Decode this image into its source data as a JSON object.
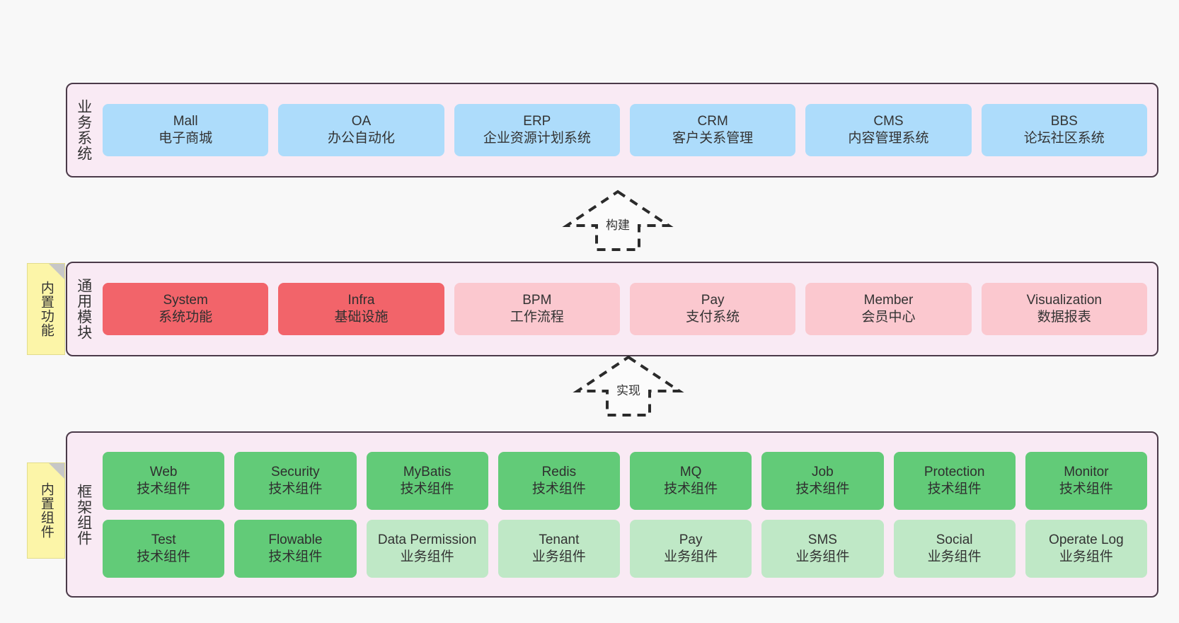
{
  "diagram": {
    "background_color": "#f8f8f8",
    "layer_fill": "#f9eaf4",
    "layer_border": "#4b3a49",
    "note_fill": "#fcf5a8"
  },
  "notes": [
    {
      "name": "builtin-functions-note",
      "text": "内置功能"
    },
    {
      "name": "builtin-components-note",
      "text": "内置组件"
    }
  ],
  "arrows": [
    {
      "name": "build-arrow",
      "label": "构建",
      "style": "dashed-hollow-up"
    },
    {
      "name": "implement-arrow",
      "label": "实现",
      "style": "dashed-hollow-up"
    }
  ],
  "layers": [
    {
      "id": "business",
      "title": "业务系统",
      "accent": "#addcfb",
      "rows": [
        {
          "cards": [
            {
              "t1": "Mall",
              "t2": "电子商城",
              "style": "c-blue"
            },
            {
              "t1": "OA",
              "t2": "办公自动化",
              "style": "c-blue"
            },
            {
              "t1": "ERP",
              "t2": "企业资源计划系统",
              "style": "c-blue"
            },
            {
              "t1": "CRM",
              "t2": "客户关系管理",
              "style": "c-blue"
            },
            {
              "t1": "CMS",
              "t2": "内容管理系统",
              "style": "c-blue"
            },
            {
              "t1": "BBS",
              "t2": "论坛社区系统",
              "style": "c-blue"
            }
          ]
        }
      ]
    },
    {
      "id": "module",
      "title": "通用模块",
      "accent": "#f2646a",
      "rows": [
        {
          "cards": [
            {
              "t1": "System",
              "t2": "系统功能",
              "style": "c-red"
            },
            {
              "t1": "Infra",
              "t2": "基础设施",
              "style": "c-red"
            },
            {
              "t1": "BPM",
              "t2": "工作流程",
              "style": "c-pink"
            },
            {
              "t1": "Pay",
              "t2": "支付系统",
              "style": "c-pink"
            },
            {
              "t1": "Member",
              "t2": "会员中心",
              "style": "c-pink"
            },
            {
              "t1": "Visualization",
              "t2": "数据报表",
              "style": "c-pink"
            }
          ]
        }
      ]
    },
    {
      "id": "framework",
      "title": "框架组件",
      "accent": "#62cb78",
      "rows": [
        {
          "cards": [
            {
              "t1": "Web",
              "t2": "技术组件",
              "style": "c-green"
            },
            {
              "t1": "Security",
              "t2": "技术组件",
              "style": "c-green"
            },
            {
              "t1": "MyBatis",
              "t2": "技术组件",
              "style": "c-green"
            },
            {
              "t1": "Redis",
              "t2": "技术组件",
              "style": "c-green"
            },
            {
              "t1": "MQ",
              "t2": "技术组件",
              "style": "c-green"
            },
            {
              "t1": "Job",
              "t2": "技术组件",
              "style": "c-green"
            },
            {
              "t1": "Protection",
              "t2": "技术组件",
              "style": "c-green"
            },
            {
              "t1": "Monitor",
              "t2": "技术组件",
              "style": "c-green"
            }
          ]
        },
        {
          "cards": [
            {
              "t1": "Test",
              "t2": "技术组件",
              "style": "c-green"
            },
            {
              "t1": "Flowable",
              "t2": "技术组件",
              "style": "c-green"
            },
            {
              "t1": "Data Permission",
              "t2": "业务组件",
              "style": "c-green-light"
            },
            {
              "t1": "Tenant",
              "t2": "业务组件",
              "style": "c-green-light"
            },
            {
              "t1": "Pay",
              "t2": "业务组件",
              "style": "c-green-light"
            },
            {
              "t1": "SMS",
              "t2": "业务组件",
              "style": "c-green-light"
            },
            {
              "t1": "Social",
              "t2": "业务组件",
              "style": "c-green-light"
            },
            {
              "t1": "Operate Log",
              "t2": "业务组件",
              "style": "c-green-light"
            }
          ]
        }
      ]
    }
  ]
}
